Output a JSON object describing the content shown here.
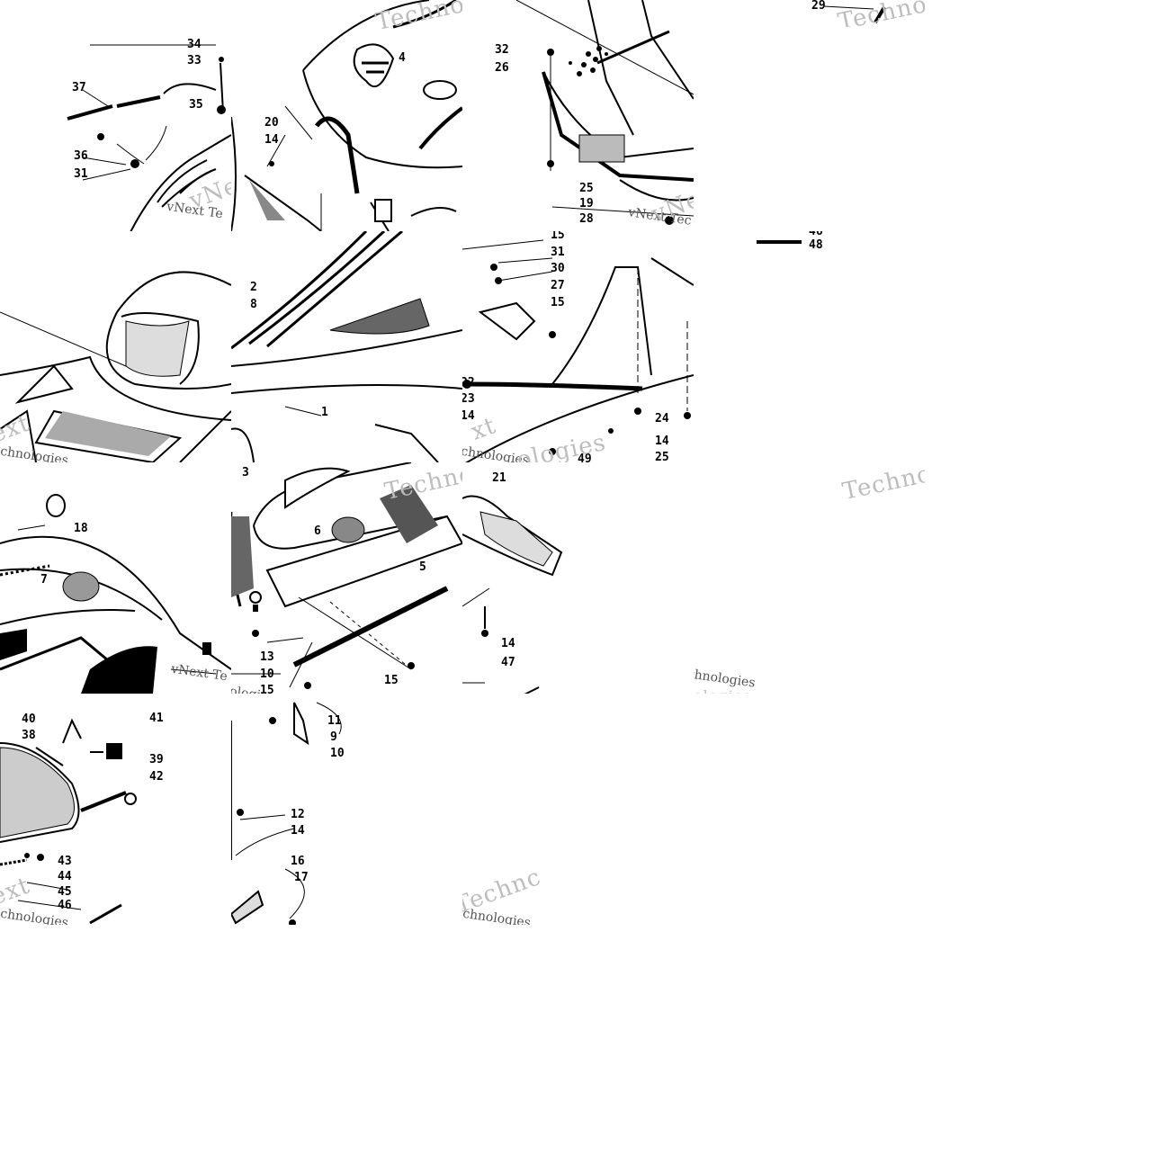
{
  "watermarks": {
    "brand_1": "vNext Te",
    "brand_2": "vNe",
    "brand_3": "Techno",
    "brand_4": "Techno",
    "brand_5": "ext",
    "brand_6": "chnologies",
    "brand_7": "chnologies",
    "brand_8": "vNext Tec",
    "brand_9": "vNext Te",
    "brand_10": "Technc",
    "brand_11": "vNe",
    "brand_12": "vNext Technologies",
    "brand_13": "ologies",
    "brand_14": "ext",
    "brand_15": "chnologies",
    "brand_16": "chnologies",
    "brand_17": "xt",
    "brand_18": "Techno",
    "brand_19": "ologies",
    "brand_20": "Techno",
    "brand_21": "ologies"
  },
  "callouts": {
    "c34": "34",
    "c33": "33",
    "c37": "37",
    "c35": "35",
    "c36": "36",
    "c31a": "31",
    "c4": "4",
    "c20": "20",
    "c14a": "14",
    "c32": "32",
    "c26": "26",
    "c25a": "25",
    "c19": "19",
    "c28": "28",
    "c29": "29",
    "c48": "48",
    "c46": "46",
    "c2": "2",
    "c8": "8",
    "c1": "1",
    "c15a": "15",
    "c31b": "31",
    "c30": "30",
    "c27": "27",
    "c15b": "15",
    "c22": "22",
    "c23": "23",
    "c14b": "14",
    "c24": "24",
    "c14c": "14",
    "c25b": "25",
    "c49": "49",
    "c3": "3",
    "c6": "6",
    "c5": "5",
    "c21": "21",
    "c18": "18",
    "c7": "7",
    "c13": "13",
    "c10a": "10",
    "c15c": "15",
    "c14d": "14",
    "c47": "47",
    "c15d": "15",
    "c40": "40",
    "c38": "38",
    "c41": "41",
    "c39": "39",
    "c42": "42",
    "c43": "43",
    "c44": "44",
    "c45": "45",
    "c46b": "46",
    "c11": "11",
    "c9": "9",
    "c10b": "10",
    "c12": "12",
    "c14e": "14",
    "c16": "16",
    "c17": "17"
  }
}
